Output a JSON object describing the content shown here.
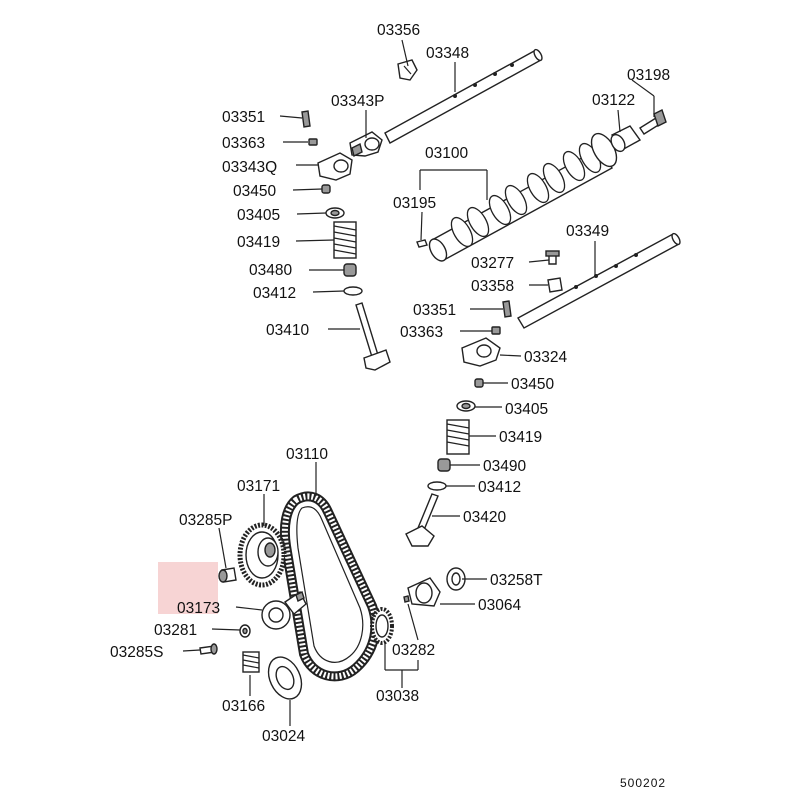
{
  "highlight_color": "#f7d4d4",
  "diagram_ref": "500202",
  "labels": {
    "p03356": "03356",
    "p03348": "03348",
    "p03198": "03198",
    "p03122": "03122",
    "p03351a": "03351",
    "p03343P": "03343P",
    "p03363a": "03363",
    "p03100": "03100",
    "p03343Q": "03343Q",
    "p03450a": "03450",
    "p03195": "03195",
    "p03405a": "03405",
    "p03349": "03349",
    "p03419a": "03419",
    "p03277": "03277",
    "p03480": "03480",
    "p03358": "03358",
    "p03412a": "03412",
    "p03351b": "03351",
    "p03410": "03410",
    "p03363b": "03363",
    "p03324": "03324",
    "p03450b": "03450",
    "p03405b": "03405",
    "p03419b": "03419",
    "p03110": "03110",
    "p03490": "03490",
    "p03171": "03171",
    "p03412b": "03412",
    "p03420": "03420",
    "p03285P": "03285P",
    "p03258T": "03258T",
    "p03173": "03173",
    "p03064": "03064",
    "p03281": "03281",
    "p03282": "03282",
    "p03285S": "03285S",
    "p03166": "03166",
    "p03038": "03038",
    "p03024": "03024"
  }
}
